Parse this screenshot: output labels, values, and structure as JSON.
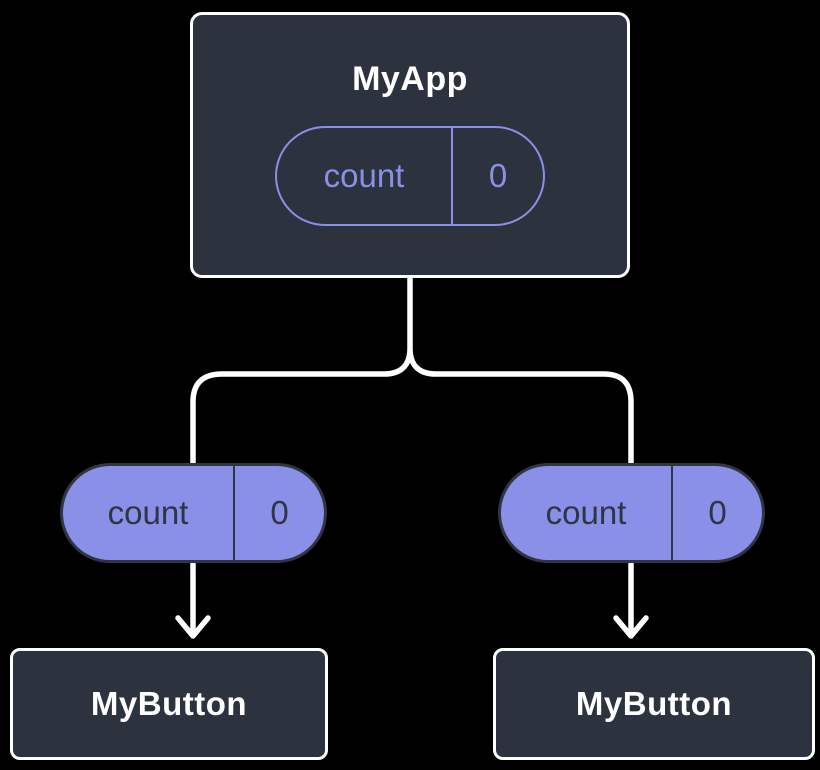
{
  "diagram": {
    "root": {
      "title": "MyApp",
      "state": {
        "key": "count",
        "value": "0"
      }
    },
    "left_branch": {
      "state": {
        "key": "count",
        "value": "0"
      },
      "child_title": "MyButton"
    },
    "right_branch": {
      "state": {
        "key": "count",
        "value": "0"
      },
      "child_title": "MyButton"
    },
    "colors": {
      "background": "#000000",
      "node_fill": "#2d333e",
      "node_border": "#ffffff",
      "connector": "#ffffff",
      "accent_purple": "#8a8fe8",
      "pill_dark_text": "#2f3542"
    }
  }
}
